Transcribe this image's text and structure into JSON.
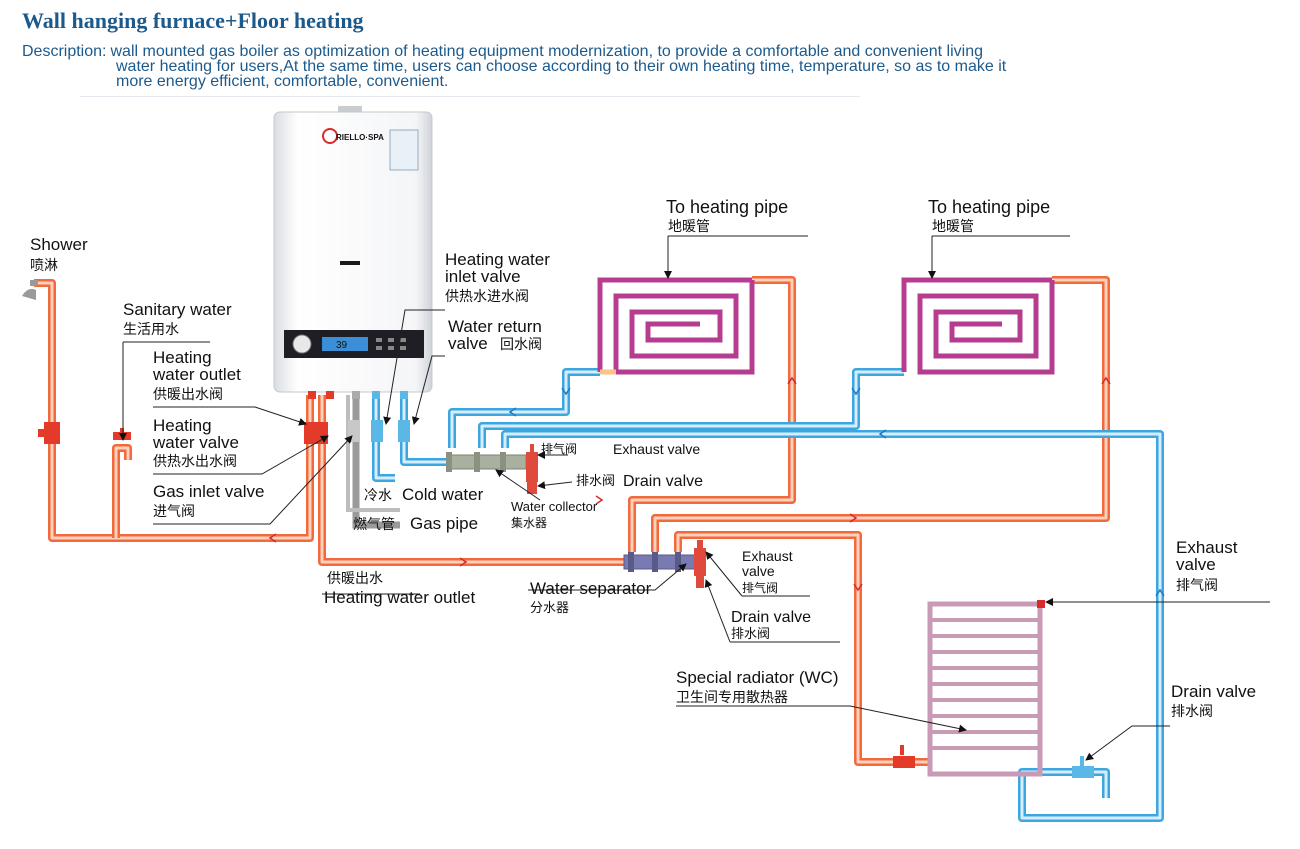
{
  "title": "Wall hanging furnace+Floor heating",
  "description": {
    "lead": "Description:",
    "line1": "wall mounted gas boiler as optimization of heating equipment modernization, to provide a comfortable and convenient living",
    "line2": "water heating for users,At the same time, users can choose according to their own heating time, temperature, so as to make it",
    "line3": "more energy efficient, comfortable, convenient."
  },
  "boiler": {
    "brand": "RIELLO·SPA",
    "display_value": "39"
  },
  "labels": {
    "shower_en": "Shower",
    "shower_zh": "喷淋",
    "sanitary_en": "Sanitary water",
    "sanitary_zh": "生活用水",
    "hwo_en1": "Heating",
    "hwo_en2": "water outlet",
    "hwo_zh": "供暖出水阀",
    "hwv_en1": "Heating",
    "hwv_en2": "water valve",
    "hwv_zh": "供热水出水阀",
    "gas_inlet_en": "Gas inlet valve",
    "gas_inlet_zh": "进气阀",
    "hwi_en1": "Heating water",
    "hwi_en2": "inlet valve",
    "hwi_zh": "供热水进水阀",
    "wr_en1": "Water return",
    "wr_en2": "valve",
    "wr_zh": "回水阀",
    "cold_zh": "冷水",
    "cold_en": "Cold water",
    "gaspipe_zh": "燃气管",
    "gaspipe_en": "Gas pipe",
    "outlet_zh": "供暖出水",
    "outlet_en": "Heating water outlet",
    "exhaust1_zh": "排气阀",
    "exhaust1_en": "Exhaust valve",
    "drain1_zh": "排水阀",
    "drain1_en": "Drain valve",
    "collector_en": "Water collector",
    "collector_zh": "集水器",
    "heat_pipe1_en": "To heating pipe",
    "heat_pipe1_zh": "地暖管",
    "heat_pipe2_en": "To heating pipe",
    "heat_pipe2_zh": "地暖管",
    "separator_en": "Water separator",
    "separator_zh": "分水器",
    "exhaust2_en1": "Exhaust",
    "exhaust2_en2": "valve",
    "exhaust2_zh": "排气阀",
    "drain2_en": "Drain valve",
    "drain2_zh": "排水阀",
    "radiator_en": "Special radiator (WC)",
    "radiator_zh": "卫生间专用散热器",
    "exhaust3_en1": "Exhaust",
    "exhaust3_en2": "valve",
    "exhaust3_zh": "排气阀",
    "drain3_en": "Drain valve",
    "drain3_zh": "排水阀"
  },
  "colors": {
    "hot_pipe": "#f26a3c",
    "hot_pipe_light": "#fbd1bd",
    "cold_pipe": "#3ca6e0",
    "cold_pipe_light": "#d6eefb",
    "gas_pipe": "#9a9a9a",
    "floor_coil": "#b43d8f",
    "title_blue": "#1d5a8c",
    "valve_red": "#d82a2a"
  }
}
